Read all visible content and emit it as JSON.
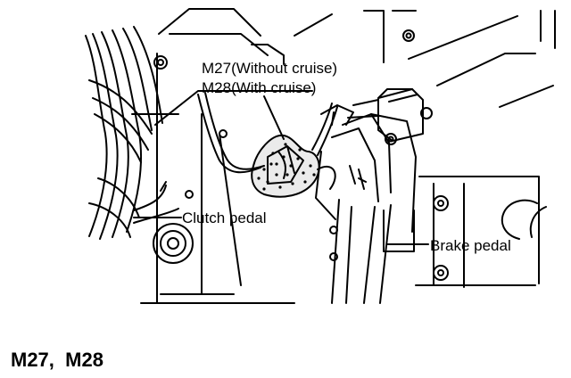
{
  "labels": {
    "m27": "M27(Without cruise)",
    "m28": "M28(With cruise)",
    "clutch": "Clutch pedal",
    "brake": "Brake pedal"
  },
  "title": "M27,  M28",
  "colors": {
    "ink": "#000000",
    "paper": "#ffffff"
  }
}
